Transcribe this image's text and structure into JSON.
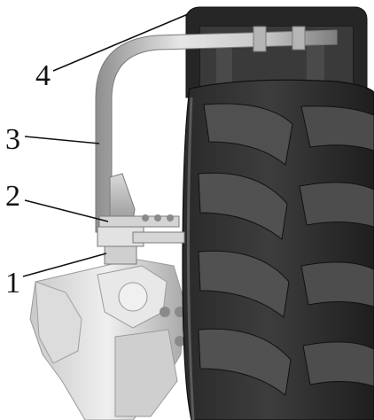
{
  "figure": {
    "callouts": [
      {
        "label": "4",
        "refers_to": "mudguard-support-bar-top-bend"
      },
      {
        "label": "3",
        "refers_to": "vertical-support-tube"
      },
      {
        "label": "2",
        "refers_to": "upper-clamp"
      },
      {
        "label": "1",
        "refers_to": "lower-mounting-bracket"
      }
    ]
  }
}
